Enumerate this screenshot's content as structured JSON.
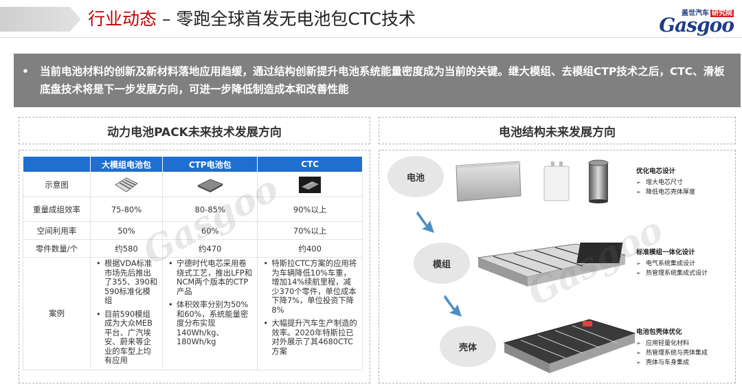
{
  "header": {
    "title_accent": "行业动态",
    "title_rest": " – 零跑全球首发无电池包CTC技术",
    "logo_cn": "盖世汽车",
    "logo_tag": "研究院",
    "logo_word": "Gasgoo"
  },
  "intro": {
    "bullet": "•",
    "text": "当前电池材料的创新及新材料落地应用趋缓，通过结构创新提升电池系统能量密度成为当前的关键。继大模组、去模组CTP技术之后，CTC、滑板底盘技术将是下一步发展方向，可进一步降低制造成本和改善性能"
  },
  "left": {
    "title": "动力电池PACK未来技术发展方向",
    "table": {
      "headers": [
        "",
        "大模组电池包",
        "CTP电池包",
        "CTC"
      ],
      "rows": {
        "image_label": "示意图",
        "weight_label": "重量成组效率",
        "weight": [
          "75-80%",
          "80-85%",
          "90%以上"
        ],
        "space_label": "空间利用率",
        "space": [
          "50%",
          "60%",
          "70%以上"
        ],
        "parts_label": "零件数量/个",
        "parts": [
          "约580",
          "约470",
          "约400"
        ],
        "case_label": "案例",
        "case_big": [
          "根据VDA标准市场先后推出了355、390和590标准化模组",
          "目前590模组成为大众MEB平台、广汽埃安、蔚来等企业的车型上均有应用"
        ],
        "case_ctp": [
          "宁德时代电芯采用卷绕式工艺，推出LFP和NCM两个版本的CTP产品",
          "体积效率分别为50%和60%，系统能量密度分布实现140Wh/kg、180Wh/kg"
        ],
        "case_ctc": [
          "特斯拉CTC方案的应用将为车辆降低10%车重，增加14%续航里程，减少370个零件，单位成本下降7%，单位投资下降8%",
          "大幅提升汽车生产制造的效率。2020年特斯拉已对外展示了其4680CTC方案"
        ]
      }
    }
  },
  "right": {
    "title": "电池结构未来发展方向",
    "nodes": [
      "电池",
      "模组",
      "壳体"
    ],
    "desc_cell": {
      "title": "优化电芯设计",
      "items": [
        "增大电芯尺寸",
        "降低电芯壳体厚度"
      ]
    },
    "desc_module": {
      "title": "标准模组一体化设计",
      "items": [
        "电气系统集成设计",
        "热管理系统集成式设计"
      ]
    },
    "desc_shell": {
      "title": "电池包壳体优化",
      "items": [
        "应用轻量化材料",
        "热管理系统与壳体集成",
        "壳体与车身集成"
      ]
    }
  },
  "colors": {
    "accent_red": "#c00000",
    "table_header_blue": "#1e6fd0",
    "banner_gray": "#808080",
    "arrow_blue": "#4a8fc4"
  }
}
